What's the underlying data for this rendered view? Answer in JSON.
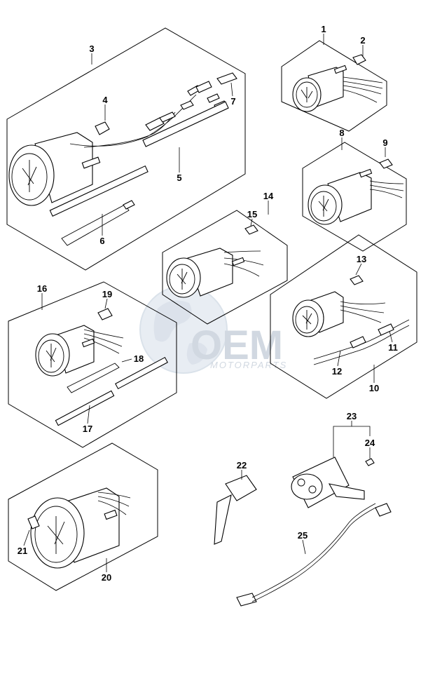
{
  "callouts": [
    {
      "id": "c1",
      "label": "1"
    },
    {
      "id": "c2",
      "label": "2"
    },
    {
      "id": "c3",
      "label": "3"
    },
    {
      "id": "c4",
      "label": "4"
    },
    {
      "id": "c5",
      "label": "5"
    },
    {
      "id": "c6",
      "label": "6"
    },
    {
      "id": "c7",
      "label": "7"
    },
    {
      "id": "c8",
      "label": "8"
    },
    {
      "id": "c9",
      "label": "9"
    },
    {
      "id": "c10",
      "label": "10"
    },
    {
      "id": "c11",
      "label": "11"
    },
    {
      "id": "c12",
      "label": "12"
    },
    {
      "id": "c13",
      "label": "13"
    },
    {
      "id": "c14",
      "label": "14"
    },
    {
      "id": "c15",
      "label": "15"
    },
    {
      "id": "c16",
      "label": "16"
    },
    {
      "id": "c17",
      "label": "17"
    },
    {
      "id": "c18",
      "label": "18"
    },
    {
      "id": "c19",
      "label": "19"
    },
    {
      "id": "c20",
      "label": "20"
    },
    {
      "id": "c21",
      "label": "21"
    },
    {
      "id": "c22",
      "label": "22"
    },
    {
      "id": "c23",
      "label": "23"
    },
    {
      "id": "c24",
      "label": "24"
    },
    {
      "id": "c25",
      "label": "25"
    }
  ],
  "watermark": {
    "brand": "OEM",
    "subtitle": "MOTORPARTS",
    "color": "#c9d2dc"
  }
}
